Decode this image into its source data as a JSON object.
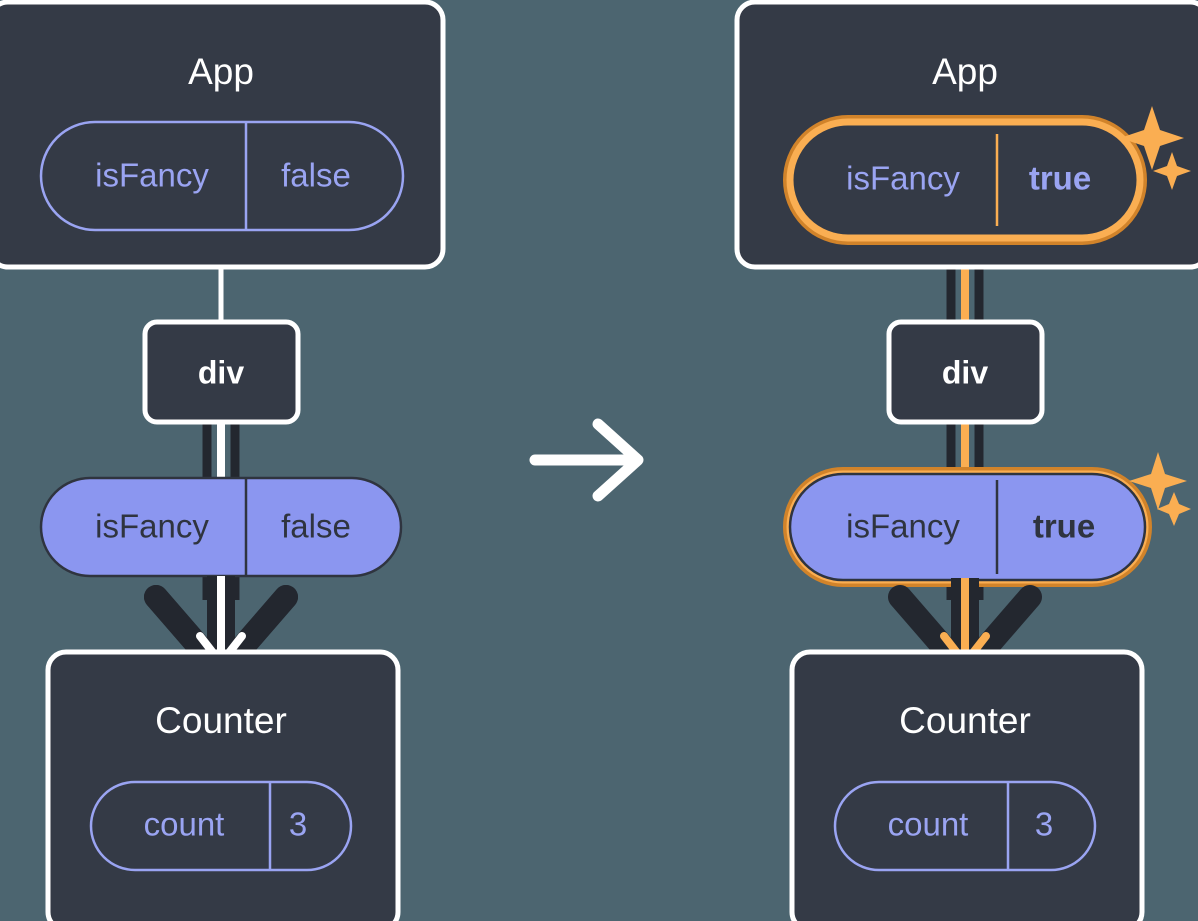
{
  "colors": {
    "background": "#4c6570",
    "box_fill": "#343a46",
    "box_stroke": "#ffffff",
    "pill_fill": "#8b96f0",
    "pill_outline_stroke": "#9aa4f2",
    "pill_text_dark": "#2f343f",
    "arrow_dark": "#23272f",
    "highlight_outer": "#d1832a",
    "highlight_inner": "#faae52",
    "sparkle": "#faae52"
  },
  "panels": {
    "before": {
      "app": {
        "title": "App",
        "pill": {
          "key": "isFancy",
          "value": "false",
          "style": "outline",
          "highlighted": false
        }
      },
      "div": {
        "title": "div"
      },
      "prop_pill": {
        "key": "isFancy",
        "value": "false",
        "style": "filled",
        "highlighted": false
      },
      "counter": {
        "title": "Counter",
        "pill": {
          "key": "count",
          "value": "3",
          "style": "outline",
          "highlighted": false
        }
      }
    },
    "after": {
      "app": {
        "title": "App",
        "pill": {
          "key": "isFancy",
          "value": "true",
          "style": "outline",
          "highlighted": true
        }
      },
      "div": {
        "title": "div"
      },
      "prop_pill": {
        "key": "isFancy",
        "value": "true",
        "style": "filled",
        "highlighted": true
      },
      "counter": {
        "title": "Counter",
        "pill": {
          "key": "count",
          "value": "3",
          "style": "outline",
          "highlighted": false
        }
      }
    }
  },
  "transition": {
    "icon": "arrow-right-icon"
  },
  "sparkle": {
    "icon": "sparkles-icon"
  }
}
